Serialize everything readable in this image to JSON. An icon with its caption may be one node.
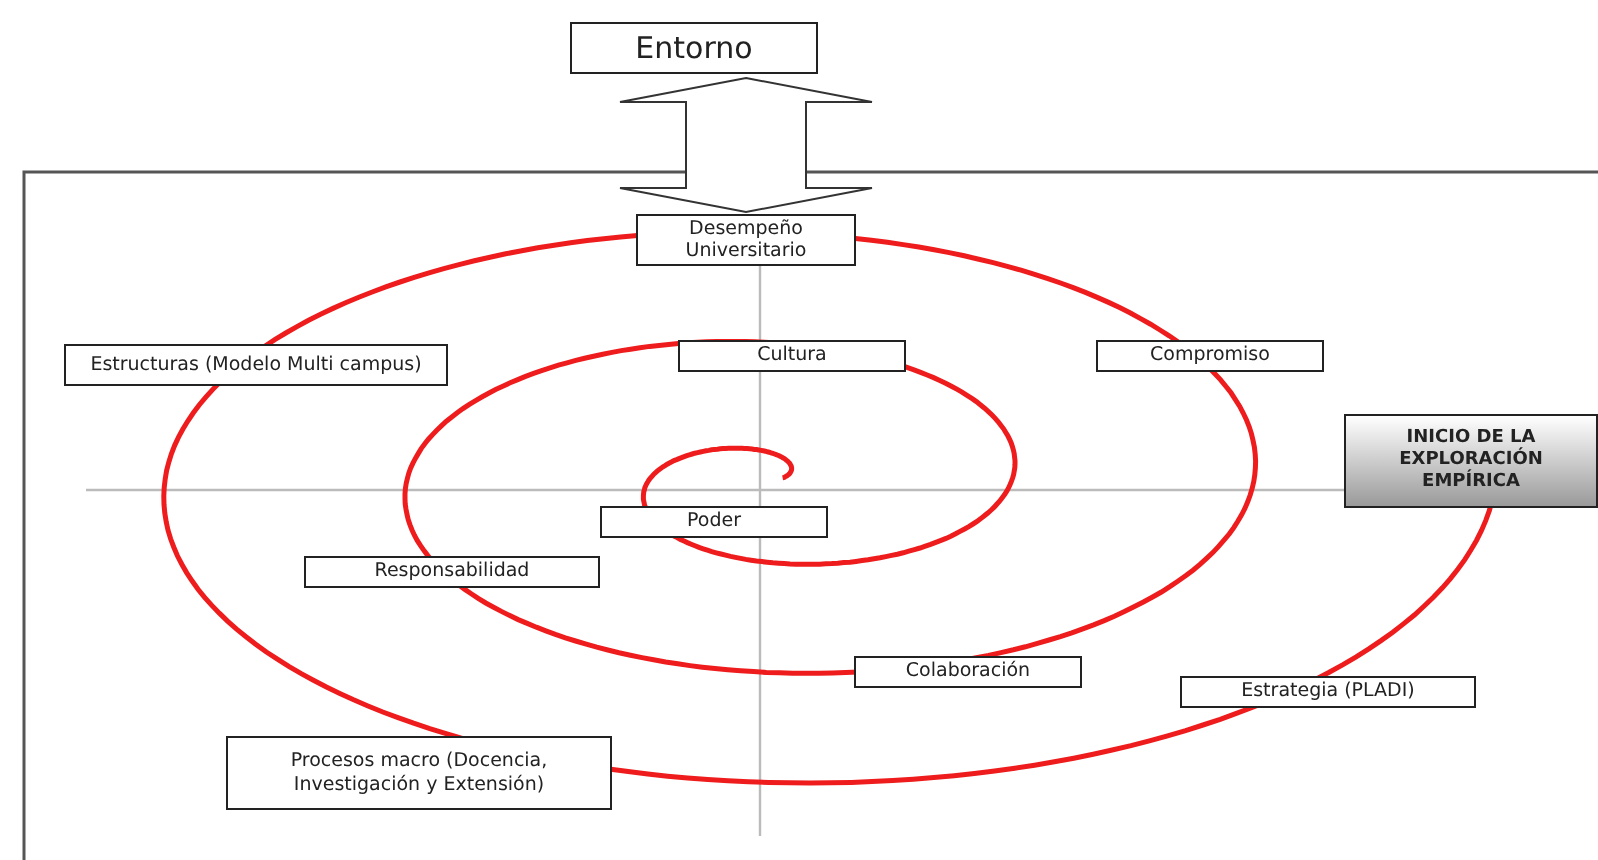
{
  "diagram": {
    "nodes": [
      {
        "text": [
          "Entorno"
        ]
      },
      {
        "text": [
          "Desempeño Universitario"
        ]
      },
      {
        "text": [
          "Estructuras (Modelo Multi campus)"
        ]
      },
      {
        "text": [
          "Cultura"
        ]
      },
      {
        "text": [
          "Compromiso"
        ]
      },
      {
        "text": [
          "INICIO DE LA EXPLORACIÓN EMPÍRICA"
        ]
      },
      {
        "text": [
          "Poder"
        ]
      },
      {
        "text": [
          "Responsabilidad"
        ]
      },
      {
        "text": [
          "Colaboración"
        ]
      },
      {
        "text": [
          "Estrategia (PLADI)"
        ]
      },
      {
        "text": [
          "Procesos macro (Docencia, Investigación y Extensión)"
        ]
      }
    ],
    "edges": [
      {
        "from": 0,
        "to": 1,
        "arrow": "both"
      }
    ]
  }
}
